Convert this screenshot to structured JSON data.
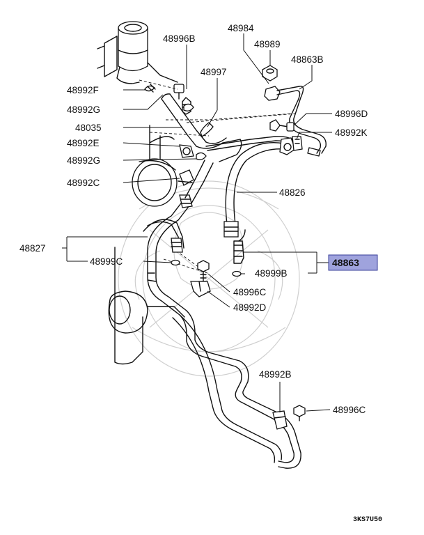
{
  "diagram_code": "3KS7U50",
  "highlight_color": "#9fa3dd",
  "labels": {
    "p48996B": "48996B",
    "p48984": "48984",
    "p48989": "48989",
    "p48863B": "48863B",
    "p48997": "48997",
    "p48992F": "48992F",
    "p48992G_top": "48992G",
    "p48035": "48035",
    "p48996D": "48996D",
    "p48992K": "48992K",
    "p48992E": "48992E",
    "p48992G_mid": "48992G",
    "p48992C": "48992C",
    "p48826": "48826",
    "p48827": "48827",
    "p48999C": "48999C",
    "p48863": "48863",
    "p48999B": "48999B",
    "p48996C_mid": "48996C",
    "p48992D": "48992D",
    "p48992B": "48992B",
    "p48996C_bot": "48996C"
  }
}
